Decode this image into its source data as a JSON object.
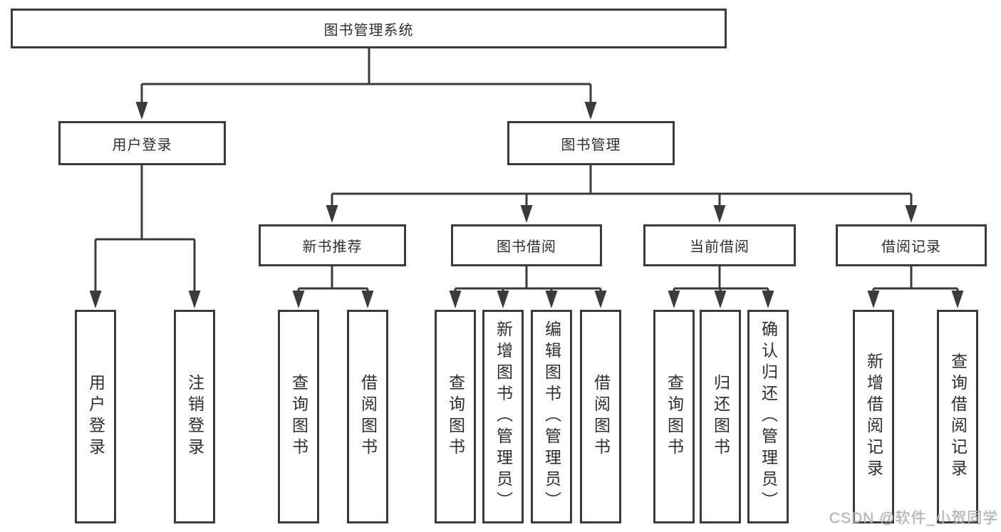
{
  "colors": {
    "line": "#3b3b3b",
    "box_border": "#3b3b3b",
    "box_background": "#ffffff",
    "text": "#2e2e2e",
    "watermark": "#b3b3b3"
  },
  "watermark": {
    "text": "CSDN @软件_小贺同学"
  },
  "tree": {
    "root": {
      "label": "图书管理系统",
      "children": [
        {
          "label": "用户登录",
          "children": [
            {
              "label": "用户登录"
            },
            {
              "label": "注销登录"
            }
          ]
        },
        {
          "label": "图书管理",
          "children": [
            {
              "label": "新书推荐",
              "children": [
                {
                  "label": "查询图书"
                },
                {
                  "label": "借阅图书"
                }
              ]
            },
            {
              "label": "图书借阅",
              "children": [
                {
                  "label": "查询图书"
                },
                {
                  "label": "新增图书（管理员）"
                },
                {
                  "label": "编辑图书（管理员）"
                },
                {
                  "label": "借阅图书"
                }
              ]
            },
            {
              "label": "当前借阅",
              "children": [
                {
                  "label": "查询图书"
                },
                {
                  "label": "归还图书"
                },
                {
                  "label": "确认归还（管理员）"
                }
              ]
            },
            {
              "label": "借阅记录",
              "children": [
                {
                  "label": "新增借阅记录"
                },
                {
                  "label": "查询借阅记录"
                }
              ]
            }
          ]
        }
      ]
    }
  }
}
